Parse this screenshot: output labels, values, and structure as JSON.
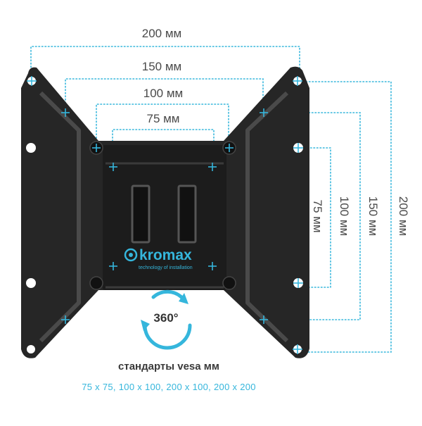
{
  "dimensions": {
    "horizontal": [
      "200 мм",
      "150 мм",
      "100 мм",
      "75 мм"
    ],
    "vertical": [
      "75 мм",
      "100 мм",
      "150 мм",
      "200 мм"
    ]
  },
  "brand": {
    "name": "kromax",
    "tagline": "technology of installation"
  },
  "rotation_label": "360°",
  "standards": {
    "title": "стандарты vesa мм",
    "list": "75 x 75, 100 x 100, 200 x 100, 200 x 200"
  },
  "colors": {
    "accent": "#35b6dc",
    "plate": "#262626"
  }
}
